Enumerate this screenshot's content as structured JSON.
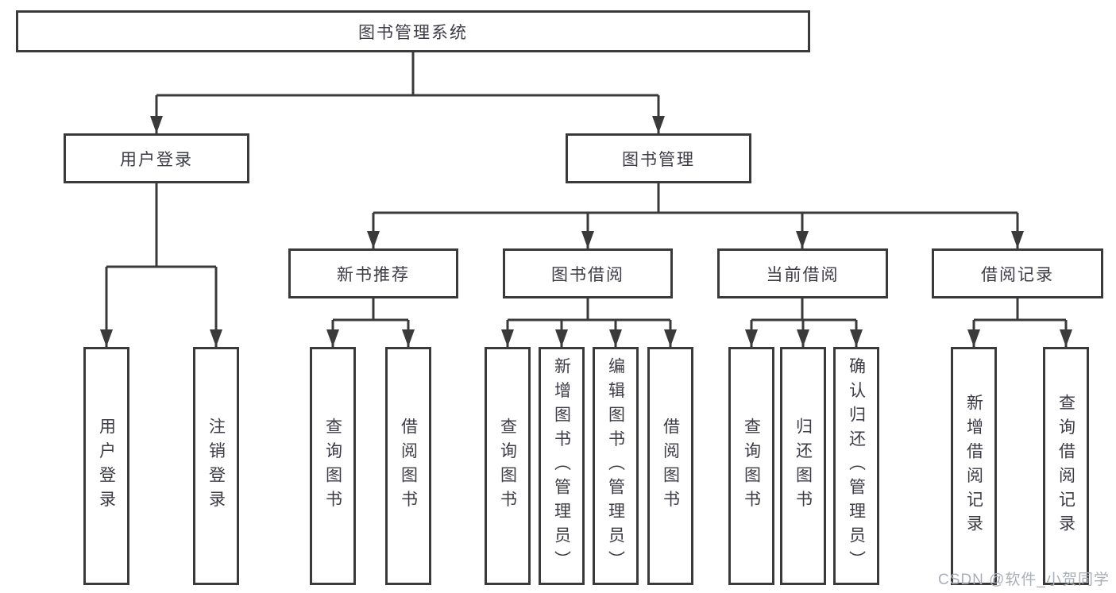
{
  "colors": {
    "line": "#3a3a3a",
    "text": "#3c3c44",
    "watermark": "#a9aeb8",
    "background": "#ffffff"
  },
  "tree": {
    "root": {
      "label": "图书管理系统"
    },
    "branches": [
      {
        "label": "用户登录",
        "leaves": [
          {
            "label": "用户登录"
          },
          {
            "label": "注销登录"
          }
        ]
      },
      {
        "label": "图书管理",
        "groups": [
          {
            "label": "新书推荐",
            "leaves": [
              {
                "label": "查询图书"
              },
              {
                "label": "借阅图书"
              }
            ]
          },
          {
            "label": "图书借阅",
            "leaves": [
              {
                "label": "查询图书"
              },
              {
                "label": "新增图书（管理员）"
              },
              {
                "label": "编辑图书（管理员）"
              },
              {
                "label": "借阅图书"
              }
            ]
          },
          {
            "label": "当前借阅",
            "leaves": [
              {
                "label": "查询图书"
              },
              {
                "label": "归还图书"
              },
              {
                "label": "确认归还（管理员）"
              }
            ]
          },
          {
            "label": "借阅记录",
            "leaves": [
              {
                "label": "新增借阅记录"
              },
              {
                "label": "查询借阅记录"
              }
            ]
          }
        ]
      }
    ]
  },
  "watermark": {
    "label": "CSDN @软件_小贺同学"
  }
}
